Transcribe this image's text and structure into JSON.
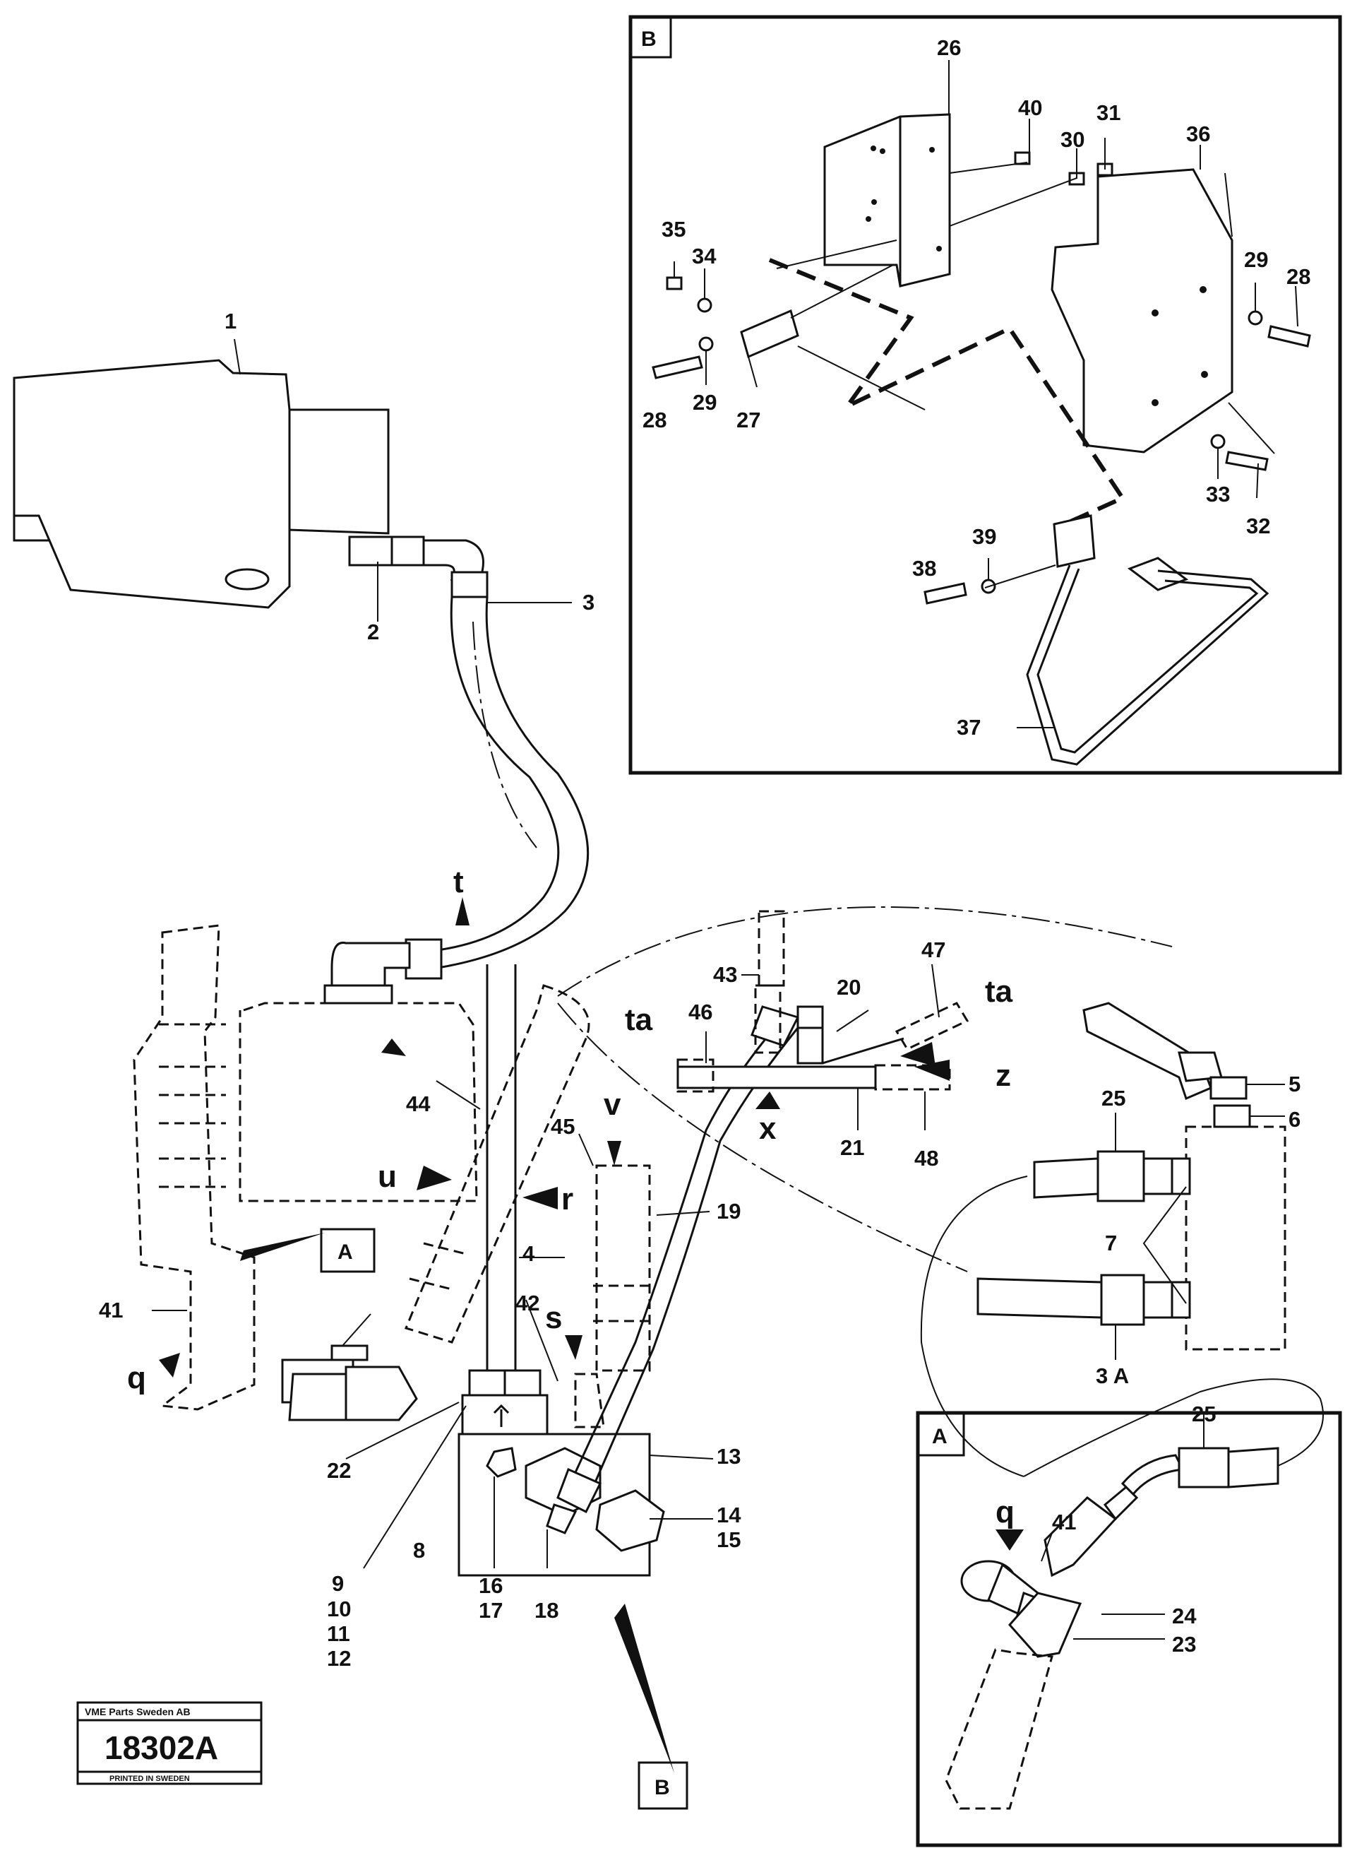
{
  "callouts": {
    "n1": "1",
    "n2": "2",
    "n3": "3",
    "n3a": "3 A",
    "n4": "4",
    "n5": "5",
    "n6": "6",
    "n7": "7",
    "n8": "8",
    "n9": "9",
    "n10": "10",
    "n11": "11",
    "n12": "12",
    "n13": "13",
    "n14": "14",
    "n15": "15",
    "n16": "16",
    "n17": "17",
    "n18": "18",
    "n19": "19",
    "n20": "20",
    "n21": "21",
    "n22": "22",
    "n23": "23",
    "n24": "24",
    "n25a": "25",
    "n25b": "25",
    "n26": "26",
    "n27": "27",
    "n28a": "28",
    "n28b": "28",
    "n29a": "29",
    "n29b": "29",
    "n30": "30",
    "n31": "31",
    "n32": "32",
    "n33": "33",
    "n34": "34",
    "n35": "35",
    "n36": "36",
    "n37": "37",
    "n38": "38",
    "n39": "39",
    "n40": "40",
    "n41a": "41",
    "n41b": "41",
    "n42": "42",
    "n43": "43",
    "n44": "44",
    "n45": "45",
    "n46": "46",
    "n47": "47",
    "n48": "48"
  },
  "connection_letters": {
    "t": "t",
    "ta_left": "ta",
    "ta_right": "ta",
    "z": "z",
    "x": "x",
    "v": "v",
    "u": "u",
    "r": "r",
    "s": "s",
    "q_main": "q",
    "q_detail": "q"
  },
  "detail_boxes": {
    "detail_b_label": "B",
    "detail_a_label": "A",
    "ref_a_label": "A",
    "ref_b_label": "B"
  },
  "stamp": {
    "company": "VME Parts Sweden AB",
    "drawing_number": "18302A",
    "printed": "PRINTED IN SWEDEN"
  }
}
